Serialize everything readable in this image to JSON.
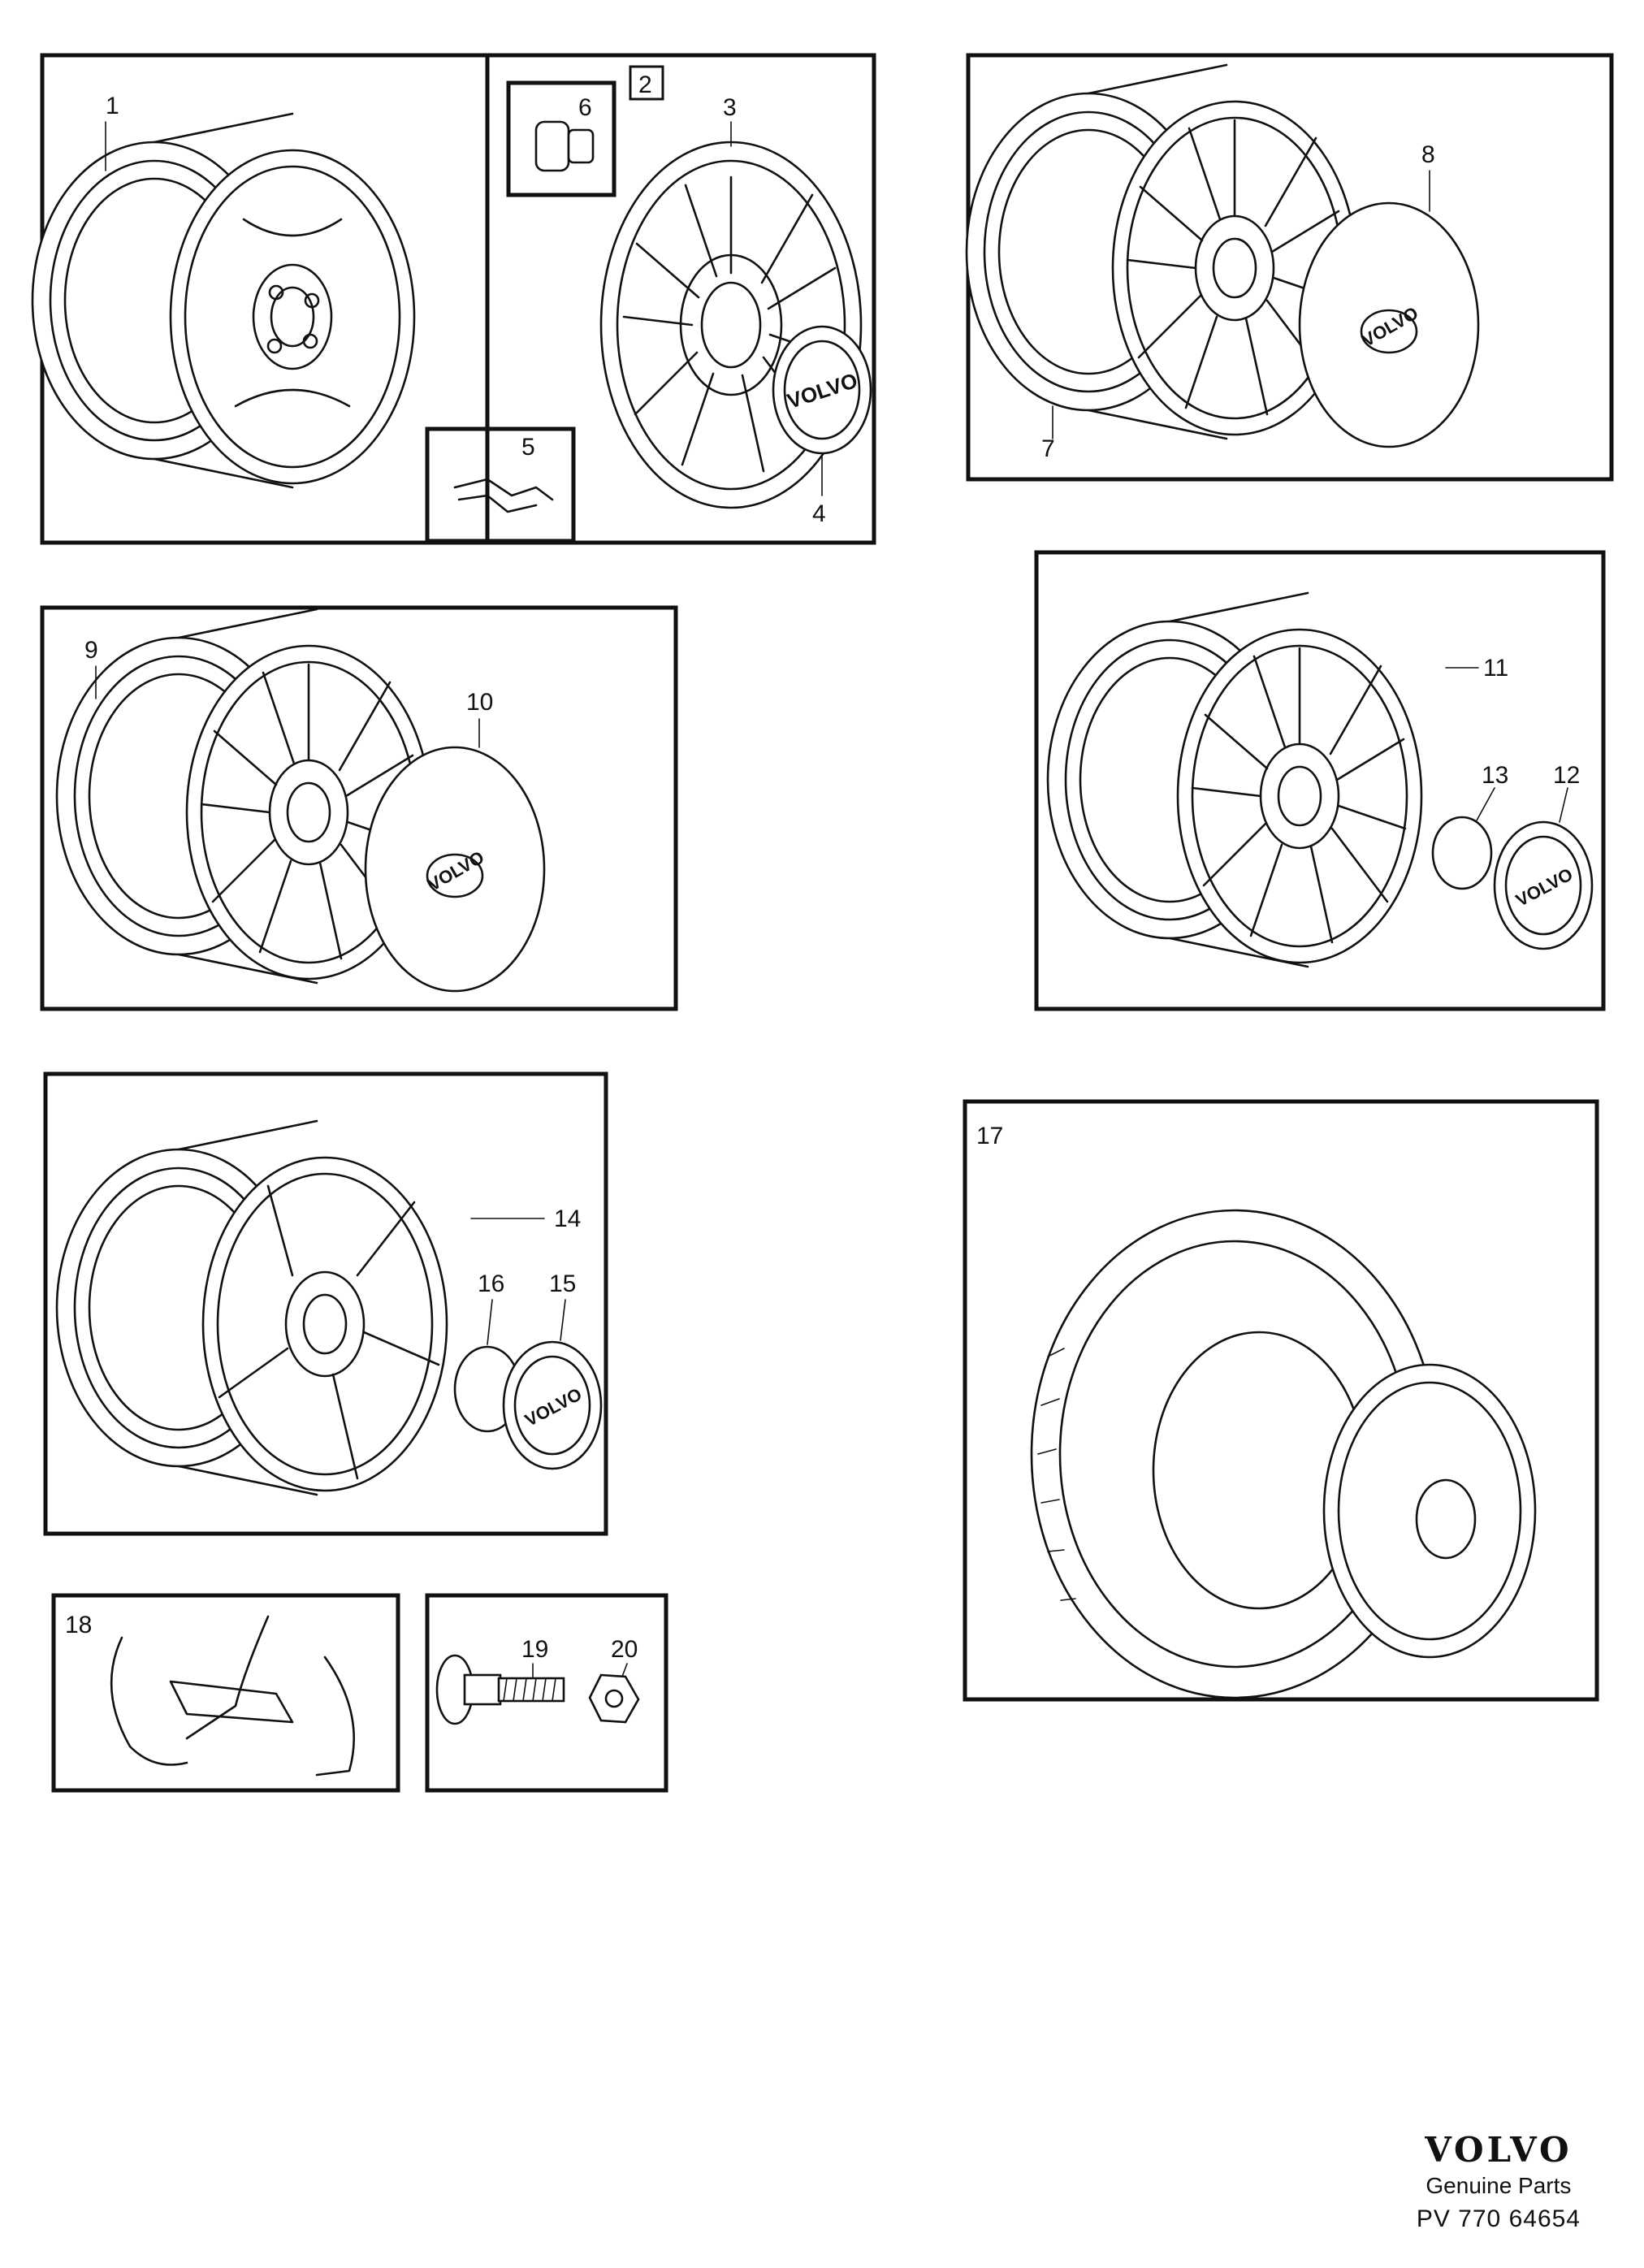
{
  "callouts": {
    "c1": "1",
    "c2": "2",
    "c3": "3",
    "c4": "4",
    "c5": "5",
    "c6": "6",
    "c7": "7",
    "c8": "8",
    "c9": "9",
    "c10": "10",
    "c11": "11",
    "c12": "12",
    "c13": "13",
    "c14": "14",
    "c15": "15",
    "c16": "16",
    "c17": "17",
    "c18": "18",
    "c19": "19",
    "c20": "20"
  },
  "badges": {
    "volvo": "VOLVO"
  },
  "footer": {
    "brand": "VOLVO",
    "tagline": "Genuine Parts",
    "ref": "PV 770 64654"
  }
}
